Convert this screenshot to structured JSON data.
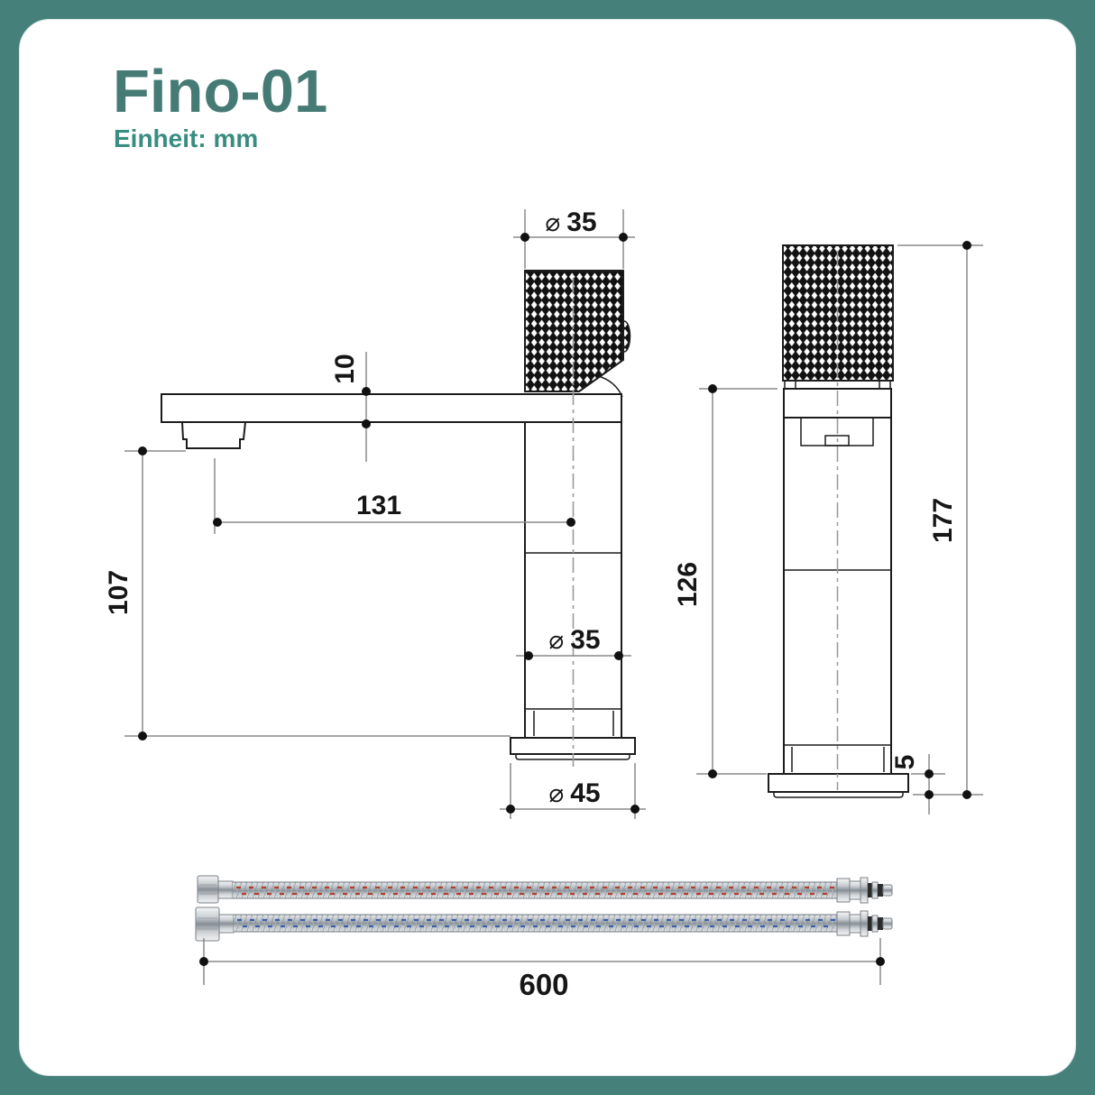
{
  "header": {
    "title": "Fino-01",
    "unit_label": "Einheit: mm"
  },
  "dimensions": {
    "handle_diameter": {
      "symbol": "⌀",
      "value": "35"
    },
    "spout_thickness": {
      "value": "10"
    },
    "spout_reach": {
      "value": "131"
    },
    "spout_height": {
      "value": "107"
    },
    "body_diameter": {
      "symbol": "⌀",
      "value": "35"
    },
    "base_diameter": {
      "symbol": "⌀",
      "value": "45"
    },
    "body_height": {
      "value": "126"
    },
    "total_height": {
      "value": "177"
    },
    "base_plate_thickness": {
      "value": "5"
    },
    "hose_length": {
      "value": "600"
    }
  },
  "colors": {
    "frame_teal": "#45807B",
    "title_teal": "#467A74",
    "subtitle_teal": "#388D80",
    "object_line": "#1c1c1c",
    "dimension_line": "#8a8a8a",
    "hot_hose_accent": "#b0402e",
    "cold_hose_accent": "#3d5fa8"
  }
}
